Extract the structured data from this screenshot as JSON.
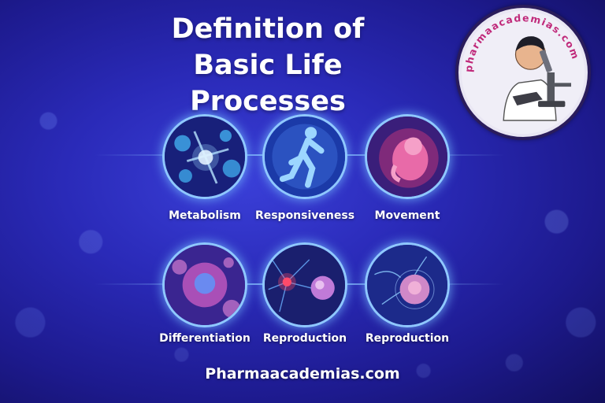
{
  "title": {
    "line1": "Definition of",
    "line2": "Basic Life Processes"
  },
  "processes": [
    {
      "label": "Metabolism",
      "icon": "cell-network-icon"
    },
    {
      "label": "Responsiveness",
      "icon": "running-figure-icon"
    },
    {
      "label": "Movement",
      "icon": "embryo-icon"
    },
    {
      "label": "Differentiation",
      "icon": "dividing-cell-icon"
    },
    {
      "label": "Reproduction",
      "icon": "neuron-spark-icon"
    },
    {
      "label": "Reproduction",
      "icon": "fertilization-cell-icon"
    }
  ],
  "footer": "Pharmaacademias.com",
  "logo": {
    "ring_text": "pharmaacademias.com",
    "icon": "scientist-microscope-icon"
  },
  "colors": {
    "background": "#2a2ab8",
    "circle_border": "#8fc8ff",
    "accent_pink": "#e04aa0"
  }
}
